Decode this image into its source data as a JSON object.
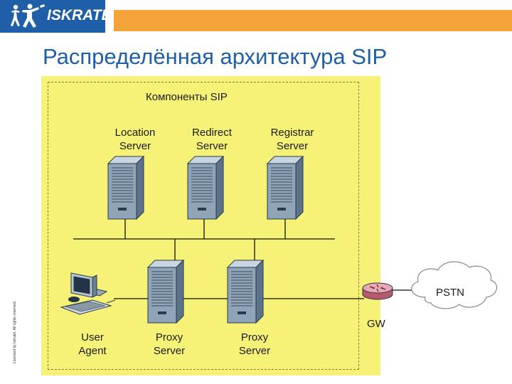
{
  "header": {
    "logo_text": "ISKRATEL",
    "title": "Распределённая архитектура SIP"
  },
  "diagram": {
    "panel_title": "Компоненты SIP",
    "nodes": {
      "location_server": [
        "Location",
        "Server"
      ],
      "redirect_server": [
        "Redirect",
        "Server"
      ],
      "registrar_server": [
        "Registrar",
        "Server"
      ],
      "user_agent": [
        "User",
        "Agent"
      ],
      "proxy_server_1": [
        "Proxy",
        "Server"
      ],
      "proxy_server_2": [
        "Proxy",
        "Server"
      ],
      "gateway": "GW",
      "pstn": "PSTN"
    }
  },
  "footer": {
    "side_note": "Licensed by Iskratel. All rights reserved."
  },
  "colors": {
    "brand_blue": "#1f5fa8",
    "accent_orange": "#f3a33a",
    "panel_yellow": "#f6f277",
    "server_body": "#8fa4b6"
  }
}
